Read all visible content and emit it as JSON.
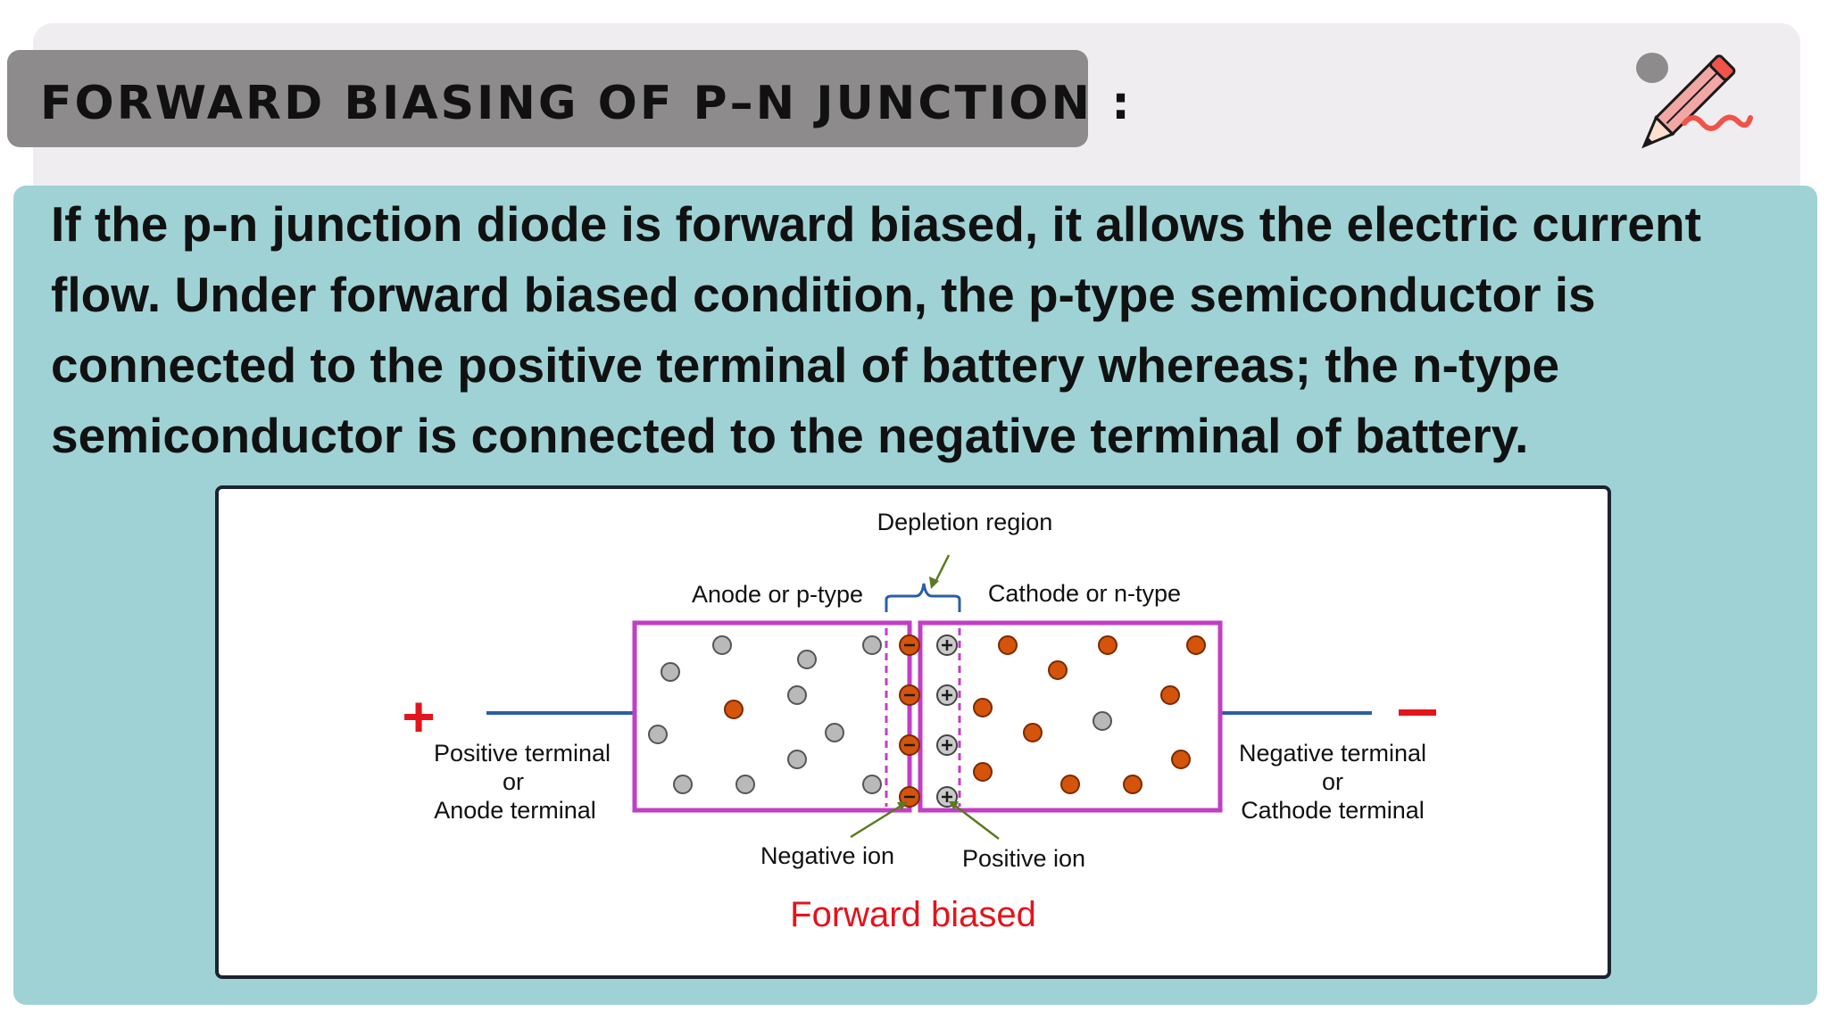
{
  "header": {
    "title": "FORWARD BIASING OF P–N JUNCTION :"
  },
  "body": {
    "paragraph": "If the p-n junction diode is forward biased, it allows the electric current flow. Under forward biased condition, the p-type semiconductor is connected to the positive terminal of battery whereas; the n-type semiconductor is connected to the negative terminal of battery."
  },
  "diagram": {
    "depletion_label": "Depletion region",
    "anode_region_label": "Anode or p-type",
    "cathode_region_label": "Cathode or n-type",
    "positive_sign": "+",
    "negative_sign": "—",
    "positive_terminal": [
      "Positive terminal",
      "or",
      "Anode terminal"
    ],
    "negative_terminal": [
      "Negative terminal",
      "or",
      "Cathode terminal"
    ],
    "negative_ion_label": "Negative ion",
    "positive_ion_label": "Positive ion",
    "caption": "Forward biased",
    "colors": {
      "junction_border": "#c13ec6",
      "wire": "#2a5ea8",
      "sign_red": "#e3141c",
      "hole": "#b9b9b9",
      "electron": "#d4540c"
    }
  },
  "icons": {
    "decoration": "pencil-icon"
  }
}
